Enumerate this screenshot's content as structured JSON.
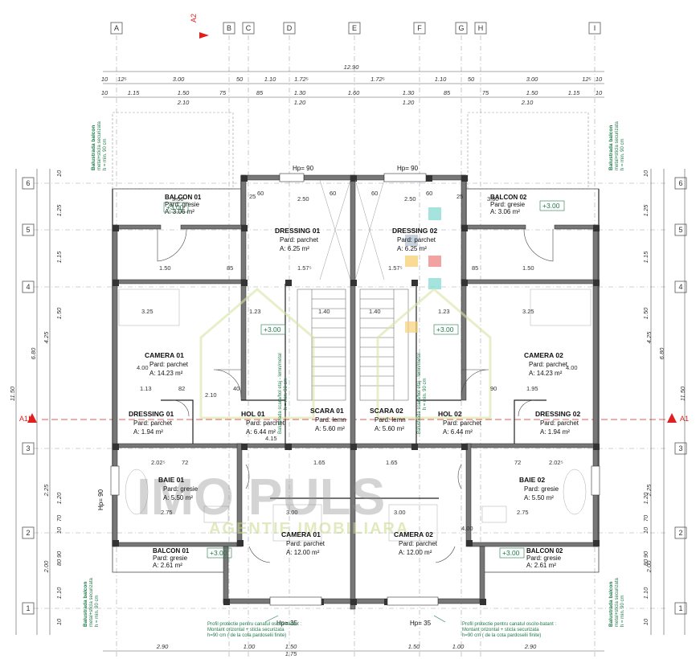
{
  "axes_top": [
    "A",
    "B",
    "C",
    "D",
    "E",
    "F",
    "G",
    "H",
    "I"
  ],
  "axes_side": [
    "6",
    "5",
    "4",
    "3",
    "2",
    "1"
  ],
  "section_marks": {
    "top": "A2",
    "left": "A1",
    "right": "A1"
  },
  "dims": {
    "overall": "12.90",
    "row1": [
      "10",
      "12⁵",
      "3.00",
      "50",
      "1.10",
      "1.72⁵",
      "1.72⁵",
      "1.10",
      "50",
      "3.00",
      "12⁵",
      "10"
    ],
    "row2": [
      "10",
      "1.15",
      "1.50",
      "75",
      "85",
      "1.30",
      "1.60",
      "1.30",
      "85",
      "75",
      "1.50",
      "1.15",
      "10"
    ],
    "row2_sub": [
      "2.10",
      "1.20",
      "1.20",
      "2.10"
    ],
    "bottom": [
      "2.90",
      "1.00",
      "1.50",
      "1.50",
      "1.00",
      "2.90"
    ],
    "bottom_sub": [
      "1.75"
    ],
    "side_outer": [
      "11.50",
      "6.80",
      "4.25",
      "2.25",
      "2.00"
    ],
    "side_inner": [
      "10",
      "1.25",
      "1.15",
      "1.50",
      "1.20",
      "70",
      "10",
      "1.10",
      "90",
      "80",
      "10"
    ]
  },
  "rooms": [
    {
      "name": "BALCON 01",
      "floor": "Pard: gresie",
      "area": "A:   3.06 m²"
    },
    {
      "name": "DRESSING 01",
      "floor": "Pard:  parchet",
      "area": "A:       6.25 m²"
    },
    {
      "name": "DRESSING 02",
      "floor": "Pard:  parchet",
      "area": "A:       6.25 m²"
    },
    {
      "name": "BALCON 02",
      "floor": "Pard: gresie",
      "area": "A:   3.06 m²"
    },
    {
      "name": "CAMERA 01",
      "floor": "Pard: parchet",
      "area": "A:   14.23 m²"
    },
    {
      "name": "CAMERA 02",
      "floor": "Pard: parchet",
      "area": "A:   14.23 m²"
    },
    {
      "name": "DRESSING 01",
      "floor": "Pard:  parchet",
      "area": "A:       1.94 m²"
    },
    {
      "name": "HOL 01",
      "floor": "Pard: parchet",
      "area": "A:      6.44 m²"
    },
    {
      "name": "SCARA 01",
      "floor": "Pard: lemn",
      "area": "A:   5.60 m²"
    },
    {
      "name": "SCARA 02",
      "floor": "Pard: lemn",
      "area": "A:   5.60 m²"
    },
    {
      "name": "HOL 02",
      "floor": "Pard: parchet",
      "area": "A:      6.44 m²"
    },
    {
      "name": "DRESSING 02",
      "floor": "Pard:  parchet",
      "area": "A:       1.94 m²"
    },
    {
      "name": "BAIE 01",
      "floor": "Pard: gresie",
      "area": "A:     5.50 m²"
    },
    {
      "name": "BAIE 02",
      "floor": "Pard: gresie",
      "area": "A:     5.50 m²"
    },
    {
      "name": "CAMERA 01",
      "floor": "Pard: parchet",
      "area": "A:    12.00 m²"
    },
    {
      "name": "CAMERA 02",
      "floor": "Pard: parchet",
      "area": "A:    12.00 m²"
    },
    {
      "name": "BALCON 01",
      "floor": "Pard: gresie",
      "area": "A:   2.61 m²"
    },
    {
      "name": "BALCON 02",
      "floor": "Pard: gresie",
      "area": "A:   2.61 m²"
    }
  ],
  "levels": [
    "+3.00",
    "+3.00",
    "+3.00",
    "+3.00",
    "+3.00",
    "+3.00"
  ],
  "hp": [
    "Hp= 90",
    "Hp= 90",
    "Hp= 90",
    "Hp= 35",
    "Hp= 35"
  ],
  "notes": {
    "balustrada_title": "Balustrada balcon",
    "balustrada_l1": "metal+sticla securizata",
    "balustrada_l2": "h = min. 90 cm",
    "scara_title": "Balustrada scara/hol etaj - lemn/metal",
    "scara_h": "h = min. 90 cm",
    "profil_l1": "Profil protectie pentru canatul oscilo-batant :",
    "profil_l2": "Montant orizontal + sticla securizata",
    "profil_l3": "h=90 cm ( de la cota pardoselii finite)"
  },
  "inner_dims": [
    "3.50",
    "2.50",
    "2.50",
    "3.50",
    "1.50",
    "85",
    "1.57⁵",
    "1.57⁵",
    "85",
    "1.50",
    "3.25",
    "3.25",
    "1.23",
    "1.40",
    "1.40",
    "1.23",
    "1.13",
    "82",
    "2.10",
    "40",
    "1.95",
    "90",
    "2.02⁵",
    "72",
    "1.65",
    "1.65",
    "72",
    "2.02⁵",
    "2.75",
    "2.75",
    "3.00",
    "3.00",
    "60",
    "60",
    "60",
    "60",
    "25",
    "25",
    "4.15",
    "4.00",
    "4.00",
    "4.00"
  ],
  "watermark": {
    "main": "IMO PULS",
    "sub": "AGENTIE IMOBILIARA"
  },
  "colors": {
    "grid": "#9aa6b0",
    "green": "#1f7a4a",
    "wall": "#777777",
    "section": "#e02020",
    "watermark_sub": "#c8d98a"
  }
}
